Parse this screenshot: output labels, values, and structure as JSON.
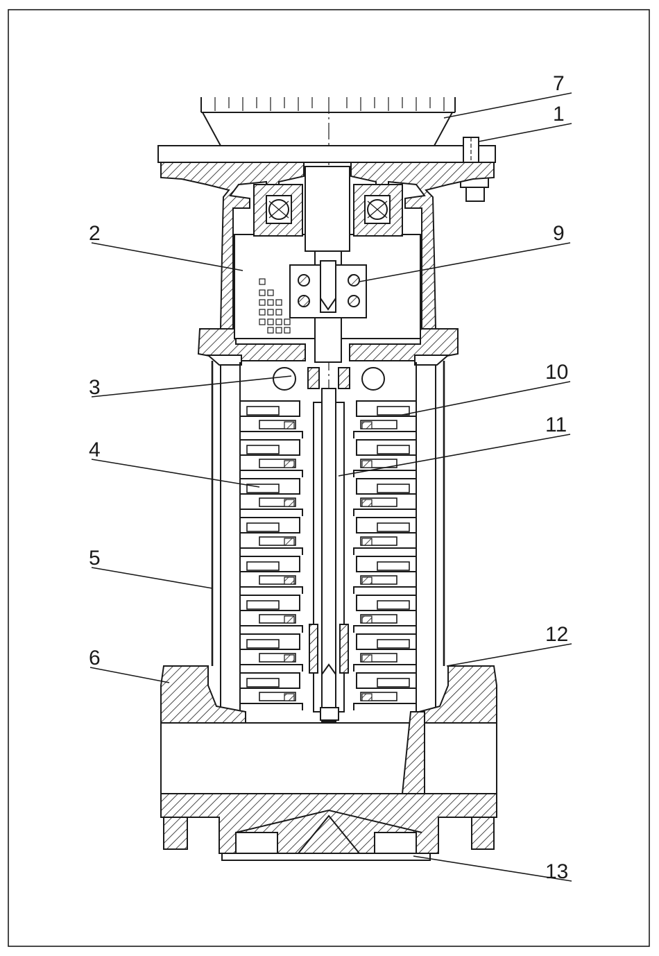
{
  "diagram": {
    "title": "",
    "callouts": [
      {
        "id": "c1",
        "label": "1"
      },
      {
        "id": "c2",
        "label": "2"
      },
      {
        "id": "c3",
        "label": "3"
      },
      {
        "id": "c4",
        "label": "4"
      },
      {
        "id": "c5",
        "label": "5"
      },
      {
        "id": "c6",
        "label": "6"
      },
      {
        "id": "c7",
        "label": "7"
      },
      {
        "id": "c9",
        "label": "9"
      },
      {
        "id": "c10",
        "label": "10"
      },
      {
        "id": "c11",
        "label": "11"
      },
      {
        "id": "c12",
        "label": "12"
      },
      {
        "id": "c13",
        "label": "13"
      }
    ]
  }
}
